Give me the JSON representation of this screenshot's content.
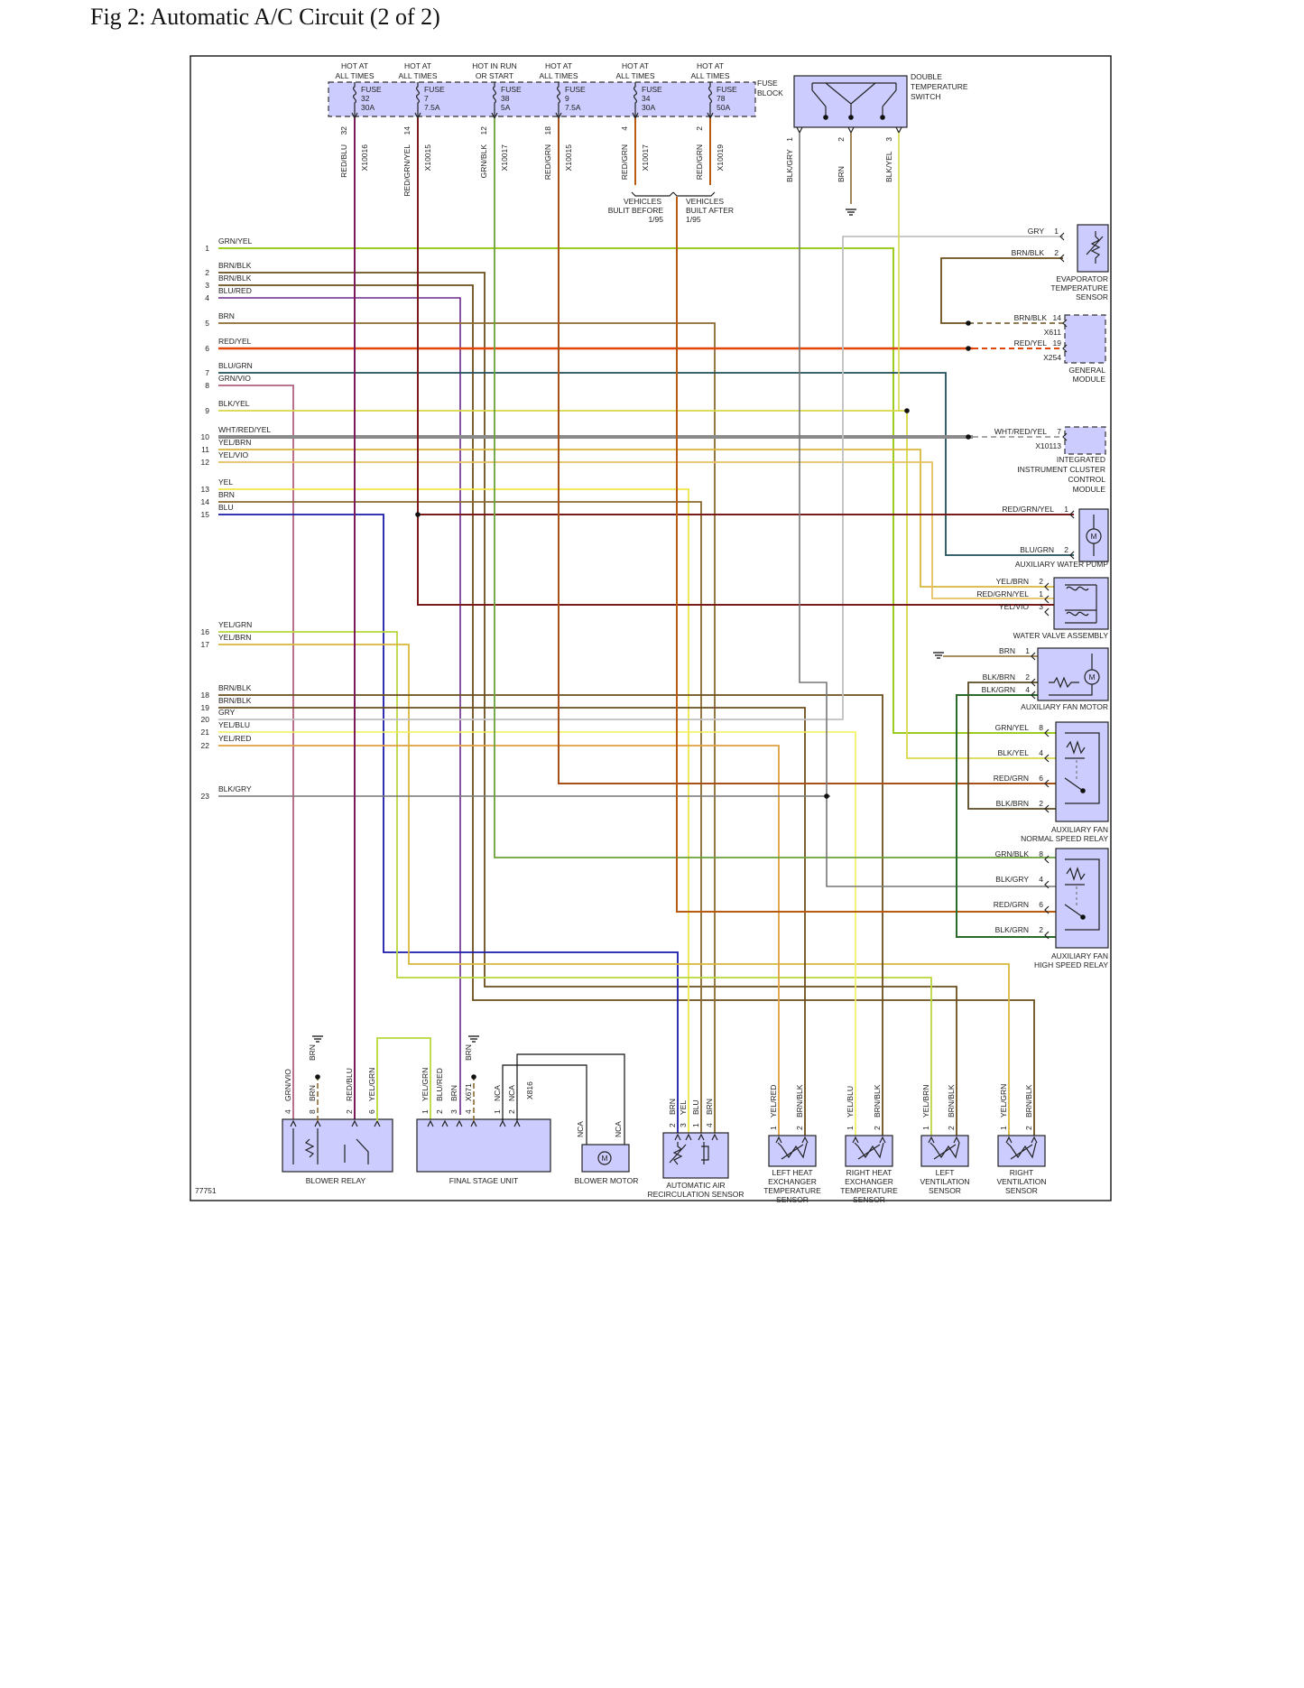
{
  "title": "Fig 2: Automatic A/C Circuit (2 of 2)",
  "figure_number": "77751",
  "colors": {
    "GRN/YEL": "#9ccc1e",
    "BRN/BLK": "#6b4e1c",
    "BLU/RED": "#6a2a8a",
    "BRN": "#8b6a2e",
    "RED/YEL": "#e0460a",
    "BLU/GRN": "#1f4f5a",
    "GRN/VIO": "#b06080",
    "BLK/YEL": "#d8d84a",
    "WHT/RED/YEL": "#8a8a8a",
    "YEL/BRN": "#d8b83a",
    "YEL/VIO": "#e8c060",
    "YEL": "#f0e64a",
    "BLU": "#1a1aa8",
    "YEL/GRN": "#b8d83a",
    "GRY": "#c0c0c0",
    "YEL/BLU": "#f0f05a",
    "YEL/RED": "#e0a040",
    "BLK/GRY": "#777777",
    "RED/BLU": "#7a1a5a",
    "RED/GRN/YEL": "#7a1a1a",
    "GRN/BLK": "#6aa03a",
    "RED/GRN": "#a8501a",
    "BLK/BRN": "#5a4a20",
    "BLK/GRN": "#2a6a2a",
    "RED/GRN2": "#b85a10"
  },
  "fuses": [
    {
      "top": "HOT AT",
      "bottom": "ALL TIMES",
      "name": "FUSE",
      "num": "32",
      "amp": "30A",
      "pin": "32",
      "wire": "RED/BLU",
      "conn": "X10016"
    },
    {
      "top": "HOT AT",
      "bottom": "ALL TIMES",
      "name": "FUSE",
      "num": "7",
      "amp": "7.5A",
      "pin": "14",
      "wire": "RED/GRN/YEL",
      "conn": "X10015"
    },
    {
      "top": "HOT IN RUN",
      "bottom": "OR START",
      "name": "FUSE",
      "num": "38",
      "amp": "5A",
      "pin": "12",
      "wire": "GRN/BLK",
      "conn": "X10017"
    },
    {
      "top": "HOT AT",
      "bottom": "ALL TIMES",
      "name": "FUSE",
      "num": "9",
      "amp": "7.5A",
      "pin": "18",
      "wire": "RED/GRN",
      "conn": "X10015"
    },
    {
      "top": "HOT AT",
      "bottom": "ALL TIMES",
      "name": "FUSE",
      "num": "34",
      "amp": "30A",
      "pin": "4",
      "wire": "RED/GRN",
      "conn": "X10017"
    },
    {
      "top": "HOT AT",
      "bottom": "ALL TIMES",
      "name": "FUSE",
      "num": "78",
      "amp": "50A",
      "pin": "2",
      "wire": "RED/GRN",
      "conn": "X10019"
    }
  ],
  "fuse_block": {
    "line1": "FUSE",
    "line2": "BLOCK"
  },
  "double_temp_switch": {
    "line1": "DOUBLE",
    "line2": "TEMPERATURE",
    "line3": "SWITCH",
    "pins": [
      {
        "pin": "1",
        "wire": "BLK/GRY"
      },
      {
        "pin": "2",
        "wire": "BRN"
      },
      {
        "pin": "3",
        "wire": "BLK/YEL"
      }
    ]
  },
  "vehicle_notes": {
    "before": [
      "VEHICLES",
      "BULIT BEFORE",
      "1/95"
    ],
    "after": [
      "VEHICLES",
      "BUILT AFTER",
      "1/95"
    ]
  },
  "left_wires": [
    {
      "num": "1",
      "label": "GRN/YEL"
    },
    {
      "num": "2",
      "label": "BRN/BLK"
    },
    {
      "num": "3",
      "label": "BRN/BLK"
    },
    {
      "num": "4",
      "label": "BLU/RED"
    },
    {
      "num": "5",
      "label": "BRN"
    },
    {
      "num": "6",
      "label": "RED/YEL"
    },
    {
      "num": "7",
      "label": "BLU/GRN"
    },
    {
      "num": "8",
      "label": "GRN/VIO"
    },
    {
      "num": "9",
      "label": "BLK/YEL"
    },
    {
      "num": "10",
      "label": "WHT/RED/YEL"
    },
    {
      "num": "11",
      "label": "YEL/BRN"
    },
    {
      "num": "12",
      "label": "YEL/VIO"
    },
    {
      "num": "13",
      "label": "YEL"
    },
    {
      "num": "14",
      "label": "BRN"
    },
    {
      "num": "15",
      "label": "BLU"
    },
    {
      "num": "16",
      "label": "YEL/GRN"
    },
    {
      "num": "17",
      "label": "YEL/BRN"
    },
    {
      "num": "18",
      "label": "BRN/BLK"
    },
    {
      "num": "19",
      "label": "BRN/BLK"
    },
    {
      "num": "20",
      "label": "GRY"
    },
    {
      "num": "21",
      "label": "YEL/BLU"
    },
    {
      "num": "22",
      "label": "YEL/RED"
    },
    {
      "num": "23",
      "label": "BLK/GRY"
    }
  ],
  "evap_sensor": {
    "name": [
      "EVAPORATOR",
      "TEMPERATURE",
      "SENSOR"
    ],
    "pins": [
      {
        "pin": "1",
        "wire": "GRY"
      },
      {
        "pin": "2",
        "wire": "BRN/BLK"
      }
    ]
  },
  "general_module": {
    "name": [
      "GENERAL",
      "MODULE"
    ],
    "pins": [
      {
        "pin": "14",
        "wire": "BRN/BLK",
        "conn": "X611"
      },
      {
        "pin": "19",
        "wire": "RED/YEL",
        "conn": "X254"
      }
    ]
  },
  "iic_module": {
    "name": [
      "INTEGRATED",
      "INSTRUMENT CLUSTER",
      "CONTROL",
      "MODULE"
    ],
    "pins": [
      {
        "pin": "7",
        "wire": "WHT/RED/YEL",
        "conn": "X10113"
      }
    ]
  },
  "aux_water_pump": {
    "name": "AUXILIARY WATER PUMP",
    "pins": [
      {
        "pin": "1",
        "wire": "RED/GRN/YEL"
      },
      {
        "pin": "2",
        "wire": "BLU/GRN"
      }
    ]
  },
  "water_valve": {
    "name": "WATER VALVE ASSEMBLY",
    "pins": [
      {
        "pin": "2",
        "wire": "YEL/BRN"
      },
      {
        "pin": "1",
        "wire": "RED/GRN/YEL"
      },
      {
        "pin": "3",
        "wire": "YEL/VIO"
      }
    ]
  },
  "aux_fan_motor": {
    "name": "AUXILIARY FAN MOTOR",
    "pins": [
      {
        "pin": "1",
        "wire": "BRN"
      },
      {
        "pin": "2",
        "wire": "BLK/BRN"
      },
      {
        "pin": "4",
        "wire": "BLK/GRN"
      }
    ]
  },
  "normal_relay": {
    "name": [
      "AUXILIARY FAN",
      "NORMAL SPEED RELAY"
    ],
    "pins": [
      {
        "pin": "8",
        "wire": "GRN/YEL"
      },
      {
        "pin": "4",
        "wire": "BLK/YEL"
      },
      {
        "pin": "6",
        "wire": "RED/GRN"
      },
      {
        "pin": "2",
        "wire": "BLK/BRN"
      }
    ]
  },
  "high_relay": {
    "name": [
      "AUXILIARY FAN",
      "HIGH SPEED RELAY"
    ],
    "pins": [
      {
        "pin": "8",
        "wire": "GRN/BLK"
      },
      {
        "pin": "4",
        "wire": "BLK/GRY"
      },
      {
        "pin": "6",
        "wire": "RED/GRN"
      },
      {
        "pin": "2",
        "wire": "BLK/GRN"
      }
    ]
  },
  "blower_relay": {
    "name": "BLOWER RELAY",
    "pins": [
      {
        "pin": "4",
        "wire": "GRN/VIO"
      },
      {
        "pin": "8",
        "wire": "BRN"
      },
      {
        "pin": "2",
        "wire": "RED/BLU"
      },
      {
        "pin": "6",
        "wire": "YEL/GRN"
      }
    ],
    "ground_wire": "BRN"
  },
  "final_stage": {
    "name": "FINAL STAGE UNIT",
    "pins": [
      {
        "pin": "1",
        "wire": "YEL/GRN"
      },
      {
        "pin": "2",
        "wire": "BLU/RED"
      },
      {
        "pin": "3",
        "wire": "BRN"
      },
      {
        "pin": "4",
        "wire": "X671"
      },
      {
        "pin": "1",
        "wire": "NCA"
      },
      {
        "pin": "2",
        "wire": "NCA"
      }
    ],
    "conn2": "X816",
    "ground_wire": "BRN"
  },
  "blower_motor": {
    "name": "BLOWER MOTOR",
    "pins": [
      {
        "wire": "NCA"
      },
      {
        "wire": "NCA"
      }
    ]
  },
  "recirc_sensor": {
    "name": [
      "AUTOMATIC AIR",
      "RECIRCULATION SENSOR"
    ],
    "pins": [
      {
        "pin": "2",
        "wire": "BRN"
      },
      {
        "pin": "3",
        "wire": "YEL"
      },
      {
        "pin": "1",
        "wire": "BLU"
      },
      {
        "pin": "4",
        "wire": "BRN"
      }
    ]
  },
  "sensors_bottom": [
    {
      "name": [
        "LEFT HEAT",
        "EXCHANGER",
        "TEMPERATURE",
        "SENSOR"
      ],
      "pins": [
        {
          "pin": "1",
          "wire": "YEL/RED"
        },
        {
          "pin": "2",
          "wire": "BRN/BLK"
        }
      ]
    },
    {
      "name": [
        "RIGHT HEAT",
        "EXCHANGER",
        "TEMPERATURE",
        "SENSOR"
      ],
      "pins": [
        {
          "pin": "1",
          "wire": "YEL/BLU"
        },
        {
          "pin": "2",
          "wire": "BRN/BLK"
        }
      ]
    },
    {
      "name": [
        "LEFT",
        "VENTILATION",
        "SENSOR"
      ],
      "pins": [
        {
          "pin": "1",
          "wire": "YEL/BRN"
        },
        {
          "pin": "2",
          "wire": "BRN/BLK"
        }
      ]
    },
    {
      "name": [
        "RIGHT",
        "VENTILATION",
        "SENSOR"
      ],
      "pins": [
        {
          "pin": "1",
          "wire": "YEL/GRN"
        },
        {
          "pin": "2",
          "wire": "BRN/BLK"
        }
      ]
    }
  ]
}
